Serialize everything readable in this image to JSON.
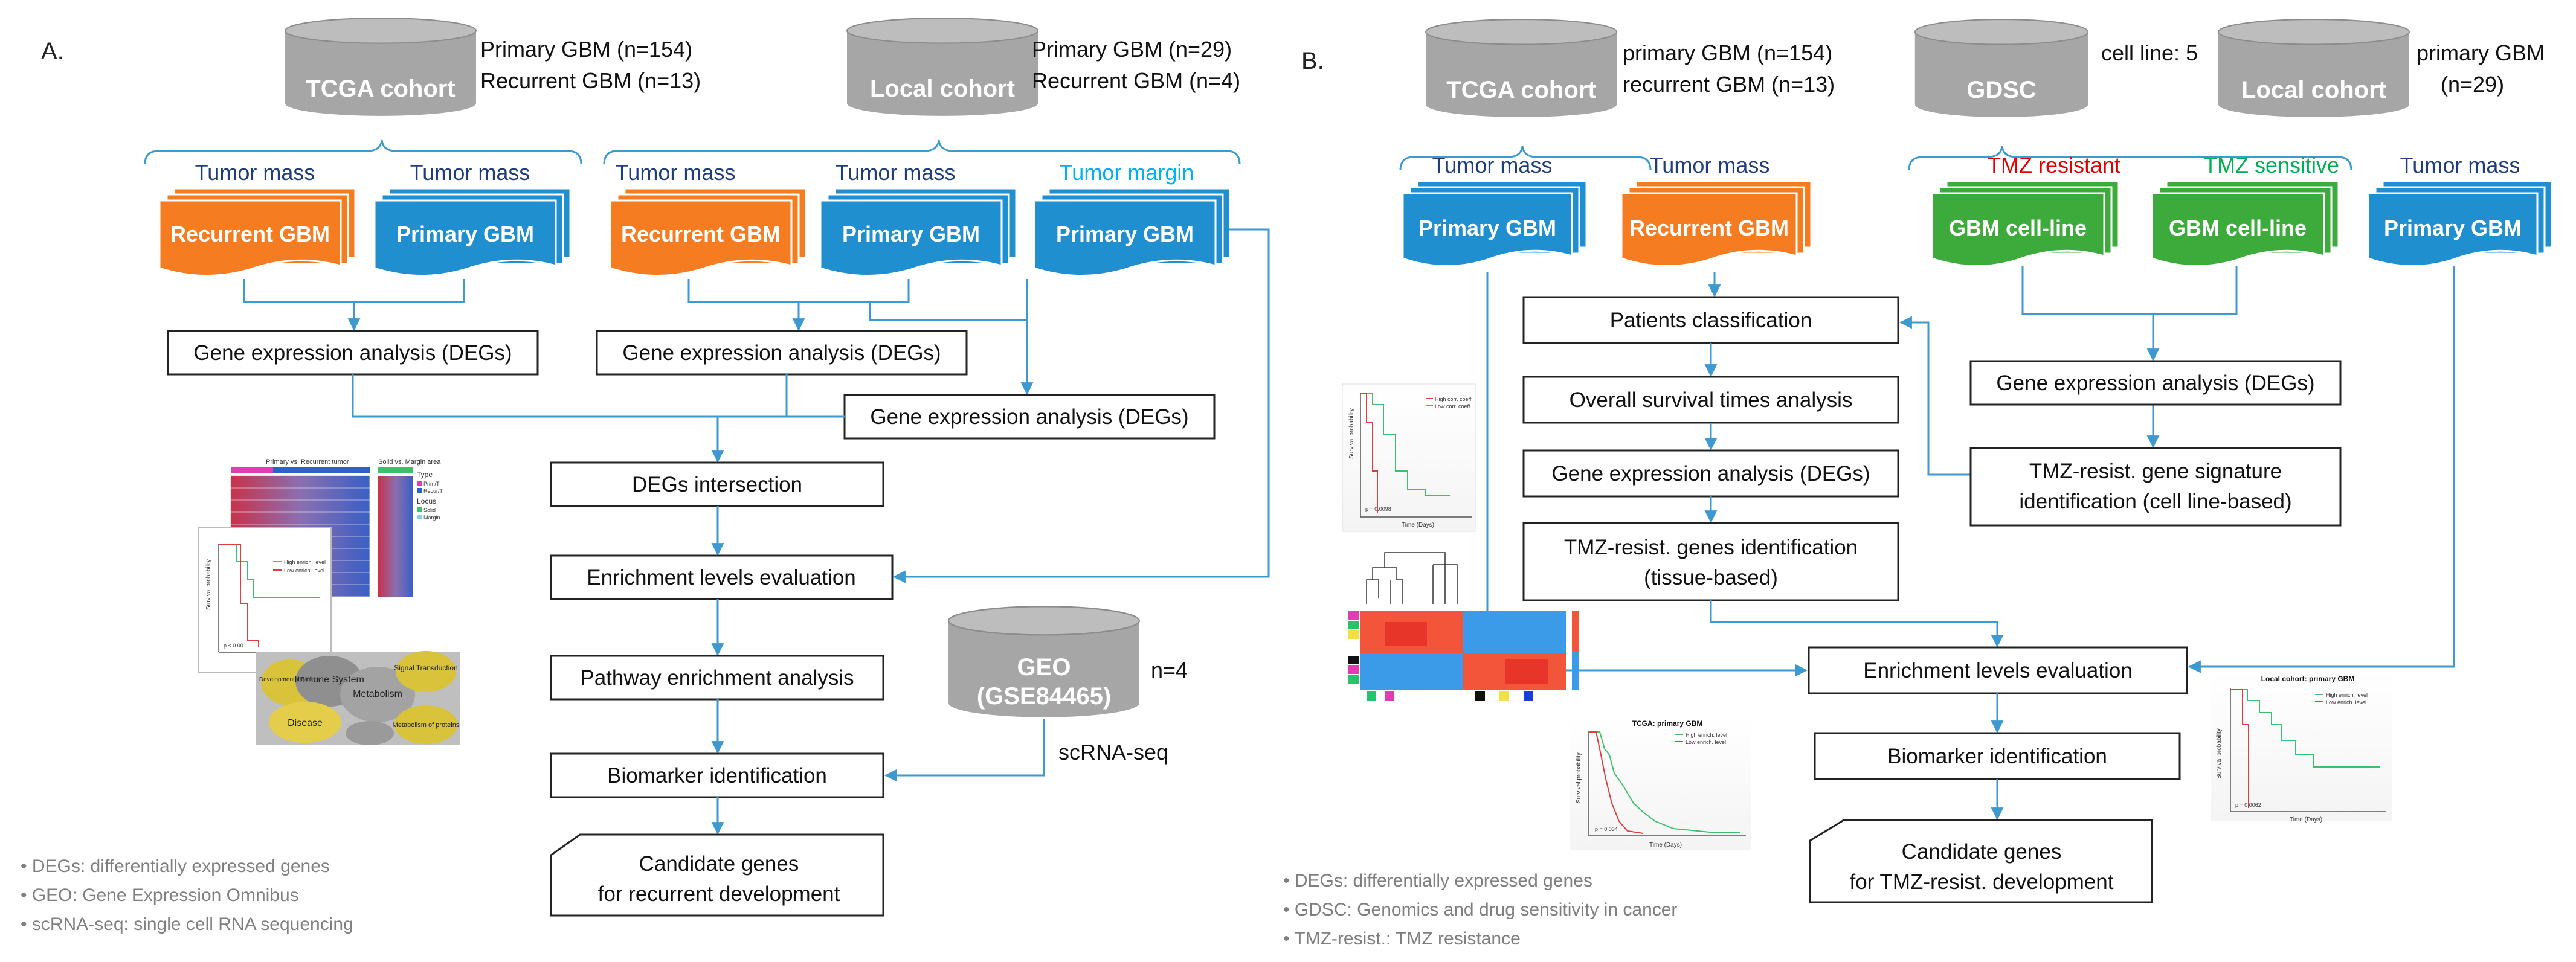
{
  "panel_a": {
    "label": "A.",
    "tcga": {
      "name": "TCGA cohort",
      "info1": "Primary GBM (n=154)",
      "info2": "Recurrent GBM (n=13)"
    },
    "local": {
      "name": "Local cohort",
      "info1": "Primary GBM (n=29)",
      "info2": "Recurrent GBM (n=4)"
    },
    "geo": {
      "name1": "GEO",
      "name2": "(GSE84465)",
      "info": "n=4",
      "method": "scRNA-seq"
    },
    "labels": {
      "tumor_mass": "Tumor mass",
      "tumor_margin": "Tumor margin"
    },
    "docs": {
      "recurrent": "Recurrent GBM",
      "primary": "Primary GBM"
    },
    "boxes": {
      "degs": "Gene expression analysis (DEGs)",
      "intersection": "DEGs intersection",
      "enrichment": "Enrichment levels evaluation",
      "pathway": "Pathway enrichment analysis",
      "biomarker": "Biomarker identification",
      "candidate1": "Candidate genes",
      "candidate2": "for recurrent development"
    },
    "notes": [
      "•  DEGs: differentially expressed genes",
      "•  GEO: Gene Expression Omnibus",
      "•  scRNA-seq: single cell RNA sequencing"
    ],
    "thumb": {
      "heatmap_title1": "Primary vs. Recurrent tumor",
      "heatmap_title2": "Solid vs. Margin area",
      "legend_type": "Type",
      "legend_prim": "Prim/T",
      "legend_recur": "Recur/T",
      "legend_locus": "Locus",
      "legend_solid": "Solid",
      "legend_margin": "Margin",
      "km_high": "High enrich. level",
      "km_low": "Low enrich. level",
      "km_p": "p < 0.001",
      "km_ylabel": "Survival probability",
      "pw_immune": "Immune System",
      "pw_signal": "Signal Transduction",
      "pw_metabolism": "Metabolism",
      "pw_disease": "Disease",
      "pw_met_proteins": "Metabolism of proteins",
      "pw_dev": "Developmental Biology"
    }
  },
  "panel_b": {
    "label": "B.",
    "tcga": {
      "name": "TCGA cohort",
      "info1": "primary GBM (n=154)",
      "info2": "recurrent GBM (n=13)"
    },
    "gdsc": {
      "name": "GDSC",
      "info": "cell line: 5"
    },
    "local": {
      "name": "Local cohort",
      "info1": "primary GBM",
      "info2": "(n=29)"
    },
    "labels": {
      "tumor_mass": "Tumor mass",
      "tmz_resistant": "TMZ resistant",
      "tmz_sensitive": "TMZ sensitive"
    },
    "docs": {
      "primary": "Primary GBM",
      "recurrent": "Recurrent GBM",
      "cell_line": "GBM cell-line"
    },
    "boxes": {
      "classification": "Patients classification",
      "survival": "Overall survival times analysis",
      "degs": "Gene expression analysis (DEGs)",
      "tmz_genes1": "TMZ-resist. genes  identification",
      "tmz_genes2": "(tissue-based)",
      "signature1": "TMZ-resist. gene signature",
      "signature2": "identification (cell line-based)",
      "enrichment": "Enrichment levels evaluation",
      "biomarker": "Biomarker identification",
      "candidate1": "Candidate genes",
      "candidate2": "for TMZ-resist. development"
    },
    "notes": [
      "•  DEGs: differentially expressed genes",
      "•  GDSC: Genomics and drug sensitivity in cancer",
      "•  TMZ-resist.: TMZ resistance"
    ],
    "thumb": {
      "km1_high": "High corr. coeff.",
      "km1_low": "Low corr. coeff.",
      "km1_p": "p = 0.0098",
      "km_x": "Time (Days)",
      "km_y": "Survival probability",
      "km2_title": "TCGA: primary GBM",
      "km2_p": "p = 0.034",
      "km3_title": "Local cohort: primary GBM",
      "km3_p": "p = 0.0062",
      "km_high": "High enrich. level",
      "km_low": "Low enrich. level"
    }
  },
  "colors": {
    "orange": "#f57c20",
    "blue": "#1f8fd0",
    "green": "#3cab3c",
    "cylinder": "#a6a6a6",
    "arrow": "#3d9ad1"
  }
}
